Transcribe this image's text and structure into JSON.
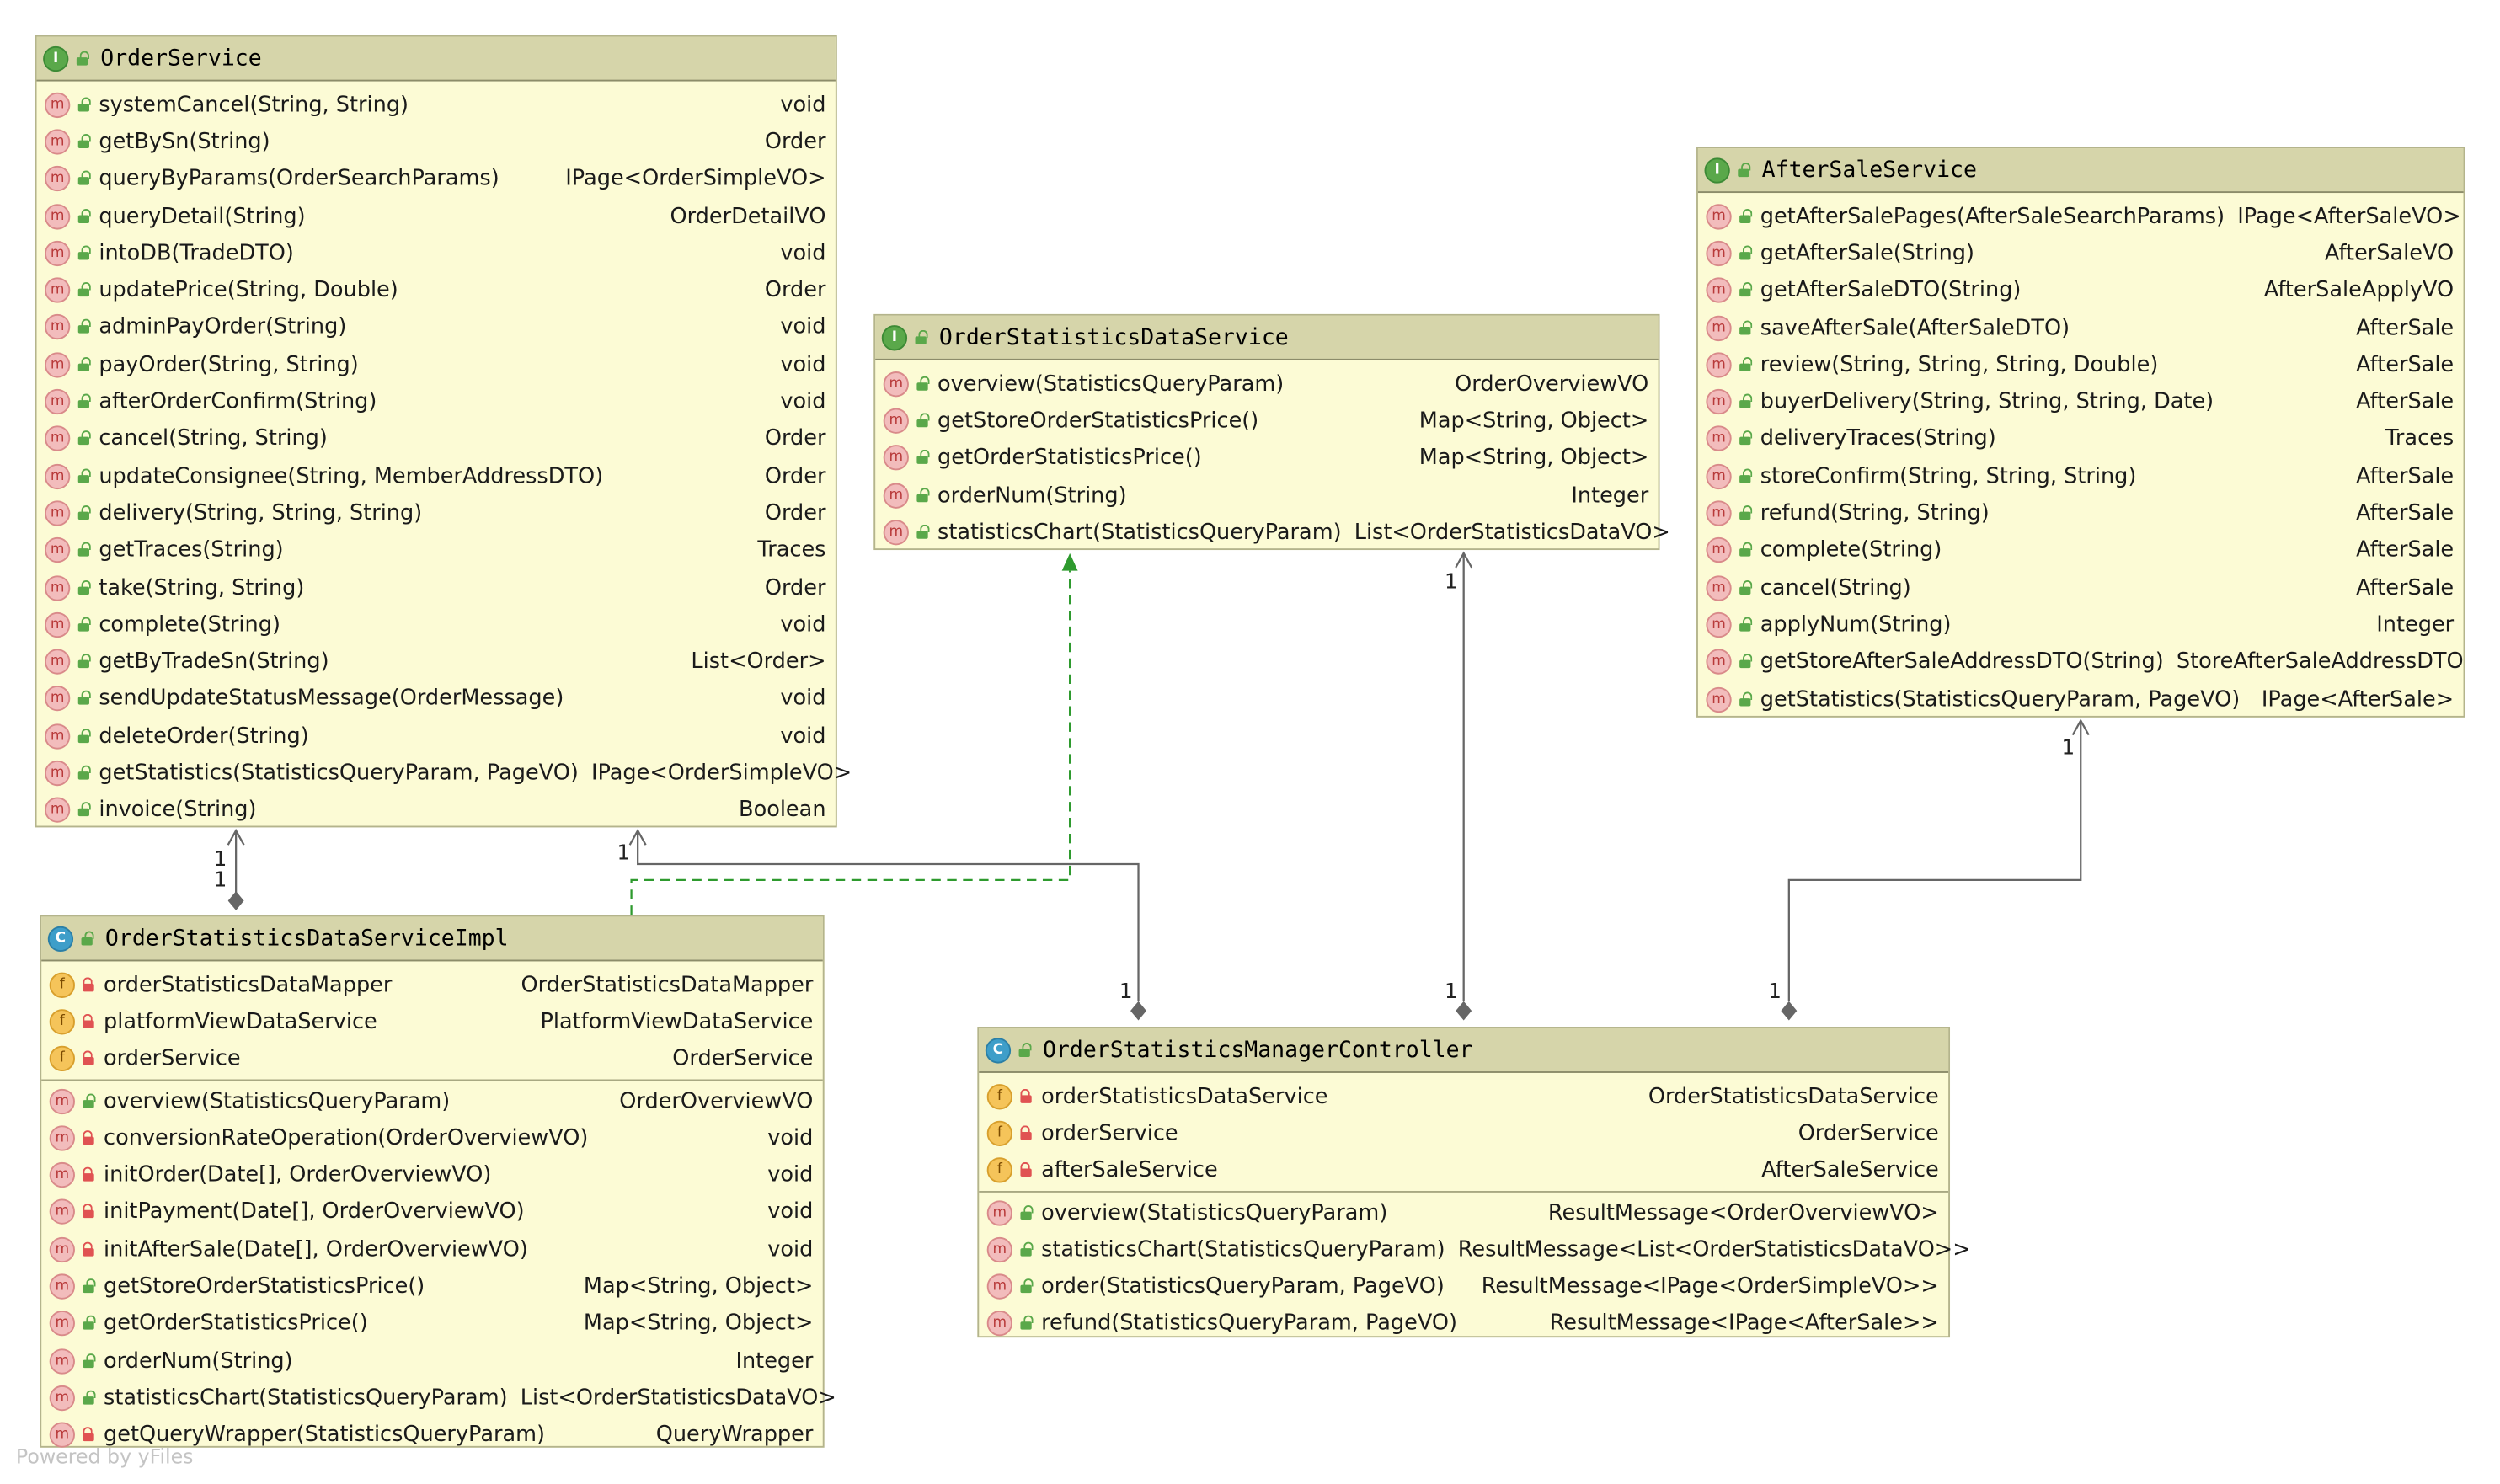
{
  "colors": {
    "box_fill": "#fcfbd5",
    "header_fill": "#d6d5aa",
    "realization_edge": "#2e9a2e",
    "association_edge": "#666666"
  },
  "boxes": [
    {
      "key": "order-service",
      "kind": "I",
      "title": "OrderService",
      "fields": [],
      "methods": [
        {
          "name": "systemCancel(String, String)",
          "type": "void",
          "vis": "pub"
        },
        {
          "name": "getBySn(String)",
          "type": "Order",
          "vis": "pub"
        },
        {
          "name": "queryByParams(OrderSearchParams)",
          "type": "IPage<OrderSimpleVO>",
          "vis": "pub"
        },
        {
          "name": "queryDetail(String)",
          "type": "OrderDetailVO",
          "vis": "pub"
        },
        {
          "name": "intoDB(TradeDTO)",
          "type": "void",
          "vis": "pub"
        },
        {
          "name": "updatePrice(String, Double)",
          "type": "Order",
          "vis": "pub"
        },
        {
          "name": "adminPayOrder(String)",
          "type": "void",
          "vis": "pub"
        },
        {
          "name": "payOrder(String, String)",
          "type": "void",
          "vis": "pub"
        },
        {
          "name": "afterOrderConfirm(String)",
          "type": "void",
          "vis": "pub"
        },
        {
          "name": "cancel(String, String)",
          "type": "Order",
          "vis": "pub"
        },
        {
          "name": "updateConsignee(String, MemberAddressDTO)",
          "type": "Order",
          "vis": "pub"
        },
        {
          "name": "delivery(String, String, String)",
          "type": "Order",
          "vis": "pub"
        },
        {
          "name": "getTraces(String)",
          "type": "Traces",
          "vis": "pub"
        },
        {
          "name": "take(String, String)",
          "type": "Order",
          "vis": "pub"
        },
        {
          "name": "complete(String)",
          "type": "void",
          "vis": "pub"
        },
        {
          "name": "getByTradeSn(String)",
          "type": "List<Order>",
          "vis": "pub"
        },
        {
          "name": "sendUpdateStatusMessage(OrderMessage)",
          "type": "void",
          "vis": "pub"
        },
        {
          "name": "deleteOrder(String)",
          "type": "void",
          "vis": "pub"
        },
        {
          "name": "getStatistics(StatisticsQueryParam, PageVO)",
          "type": "IPage<OrderSimpleVO>",
          "vis": "pub"
        },
        {
          "name": "invoice(String)",
          "type": "Boolean",
          "vis": "pub"
        }
      ]
    },
    {
      "key": "order-statistics-data-service",
      "kind": "I",
      "title": "OrderStatisticsDataService",
      "fields": [],
      "methods": [
        {
          "name": "overview(StatisticsQueryParam)",
          "type": "OrderOverviewVO",
          "vis": "pub"
        },
        {
          "name": "getStoreOrderStatisticsPrice()",
          "type": "Map<String, Object>",
          "vis": "pub"
        },
        {
          "name": "getOrderStatisticsPrice()",
          "type": "Map<String, Object>",
          "vis": "pub"
        },
        {
          "name": "orderNum(String)",
          "type": "Integer",
          "vis": "pub"
        },
        {
          "name": "statisticsChart(StatisticsQueryParam)",
          "type": "List<OrderStatisticsDataVO>",
          "vis": "pub"
        }
      ]
    },
    {
      "key": "after-sale-service",
      "kind": "I",
      "title": "AfterSaleService",
      "fields": [],
      "methods": [
        {
          "name": "getAfterSalePages(AfterSaleSearchParams)",
          "type": "IPage<AfterSaleVO>",
          "vis": "pub"
        },
        {
          "name": "getAfterSale(String)",
          "type": "AfterSaleVO",
          "vis": "pub"
        },
        {
          "name": "getAfterSaleDTO(String)",
          "type": "AfterSaleApplyVO",
          "vis": "pub"
        },
        {
          "name": "saveAfterSale(AfterSaleDTO)",
          "type": "AfterSale",
          "vis": "pub"
        },
        {
          "name": "review(String, String, String, Double)",
          "type": "AfterSale",
          "vis": "pub"
        },
        {
          "name": "buyerDelivery(String, String, String, Date)",
          "type": "AfterSale",
          "vis": "pub"
        },
        {
          "name": "deliveryTraces(String)",
          "type": "Traces",
          "vis": "pub"
        },
        {
          "name": "storeConfirm(String, String, String)",
          "type": "AfterSale",
          "vis": "pub"
        },
        {
          "name": "refund(String, String)",
          "type": "AfterSale",
          "vis": "pub"
        },
        {
          "name": "complete(String)",
          "type": "AfterSale",
          "vis": "pub"
        },
        {
          "name": "cancel(String)",
          "type": "AfterSale",
          "vis": "pub"
        },
        {
          "name": "applyNum(String)",
          "type": "Integer",
          "vis": "pub"
        },
        {
          "name": "getStoreAfterSaleAddressDTO(String)",
          "type": "StoreAfterSaleAddressDTO",
          "vis": "pub"
        },
        {
          "name": "getStatistics(StatisticsQueryParam, PageVO)",
          "type": "IPage<AfterSale>",
          "vis": "pub"
        }
      ]
    },
    {
      "key": "order-statistics-data-service-impl",
      "kind": "C",
      "title": "OrderStatisticsDataServiceImpl",
      "fields": [
        {
          "name": "orderStatisticsDataMapper",
          "type": "OrderStatisticsDataMapper",
          "vis": "priv"
        },
        {
          "name": "platformViewDataService",
          "type": "PlatformViewDataService",
          "vis": "priv"
        },
        {
          "name": "orderService",
          "type": "OrderService",
          "vis": "priv"
        }
      ],
      "methods": [
        {
          "name": "overview(StatisticsQueryParam)",
          "type": "OrderOverviewVO",
          "vis": "pub"
        },
        {
          "name": "conversionRateOperation(OrderOverviewVO)",
          "type": "void",
          "vis": "priv"
        },
        {
          "name": "initOrder(Date[], OrderOverviewVO)",
          "type": "void",
          "vis": "priv"
        },
        {
          "name": "initPayment(Date[], OrderOverviewVO)",
          "type": "void",
          "vis": "priv"
        },
        {
          "name": "initAfterSale(Date[], OrderOverviewVO)",
          "type": "void",
          "vis": "priv"
        },
        {
          "name": "getStoreOrderStatisticsPrice()",
          "type": "Map<String, Object>",
          "vis": "pub"
        },
        {
          "name": "getOrderStatisticsPrice()",
          "type": "Map<String, Object>",
          "vis": "pub"
        },
        {
          "name": "orderNum(String)",
          "type": "Integer",
          "vis": "pub"
        },
        {
          "name": "statisticsChart(StatisticsQueryParam)",
          "type": "List<OrderStatisticsDataVO>",
          "vis": "pub"
        },
        {
          "name": "getQueryWrapper(StatisticsQueryParam)",
          "type": "QueryWrapper",
          "vis": "priv"
        }
      ]
    },
    {
      "key": "order-statistics-manager-controller",
      "kind": "C",
      "title": "OrderStatisticsManagerController",
      "fields": [
        {
          "name": "orderStatisticsDataService",
          "type": "OrderStatisticsDataService",
          "vis": "priv"
        },
        {
          "name": "orderService",
          "type": "OrderService",
          "vis": "priv"
        },
        {
          "name": "afterSaleService",
          "type": "AfterSaleService",
          "vis": "priv"
        }
      ],
      "methods": [
        {
          "name": "overview(StatisticsQueryParam)",
          "type": "ResultMessage<OrderOverviewVO>",
          "vis": "pub"
        },
        {
          "name": "statisticsChart(StatisticsQueryParam)",
          "type": "ResultMessage<List<OrderStatisticsDataVO>>",
          "vis": "pub"
        },
        {
          "name": "order(StatisticsQueryParam, PageVO)",
          "type": "ResultMessage<IPage<OrderSimpleVO>>",
          "vis": "pub"
        },
        {
          "name": "refund(StatisticsQueryParam, PageVO)",
          "type": "ResultMessage<IPage<AfterSale>>",
          "vis": "pub"
        }
      ]
    }
  ],
  "multiplicities": [
    "1",
    "1",
    "1",
    "1",
    "1",
    "1",
    "1",
    "1"
  ],
  "watermark": "Powered by yFiles"
}
